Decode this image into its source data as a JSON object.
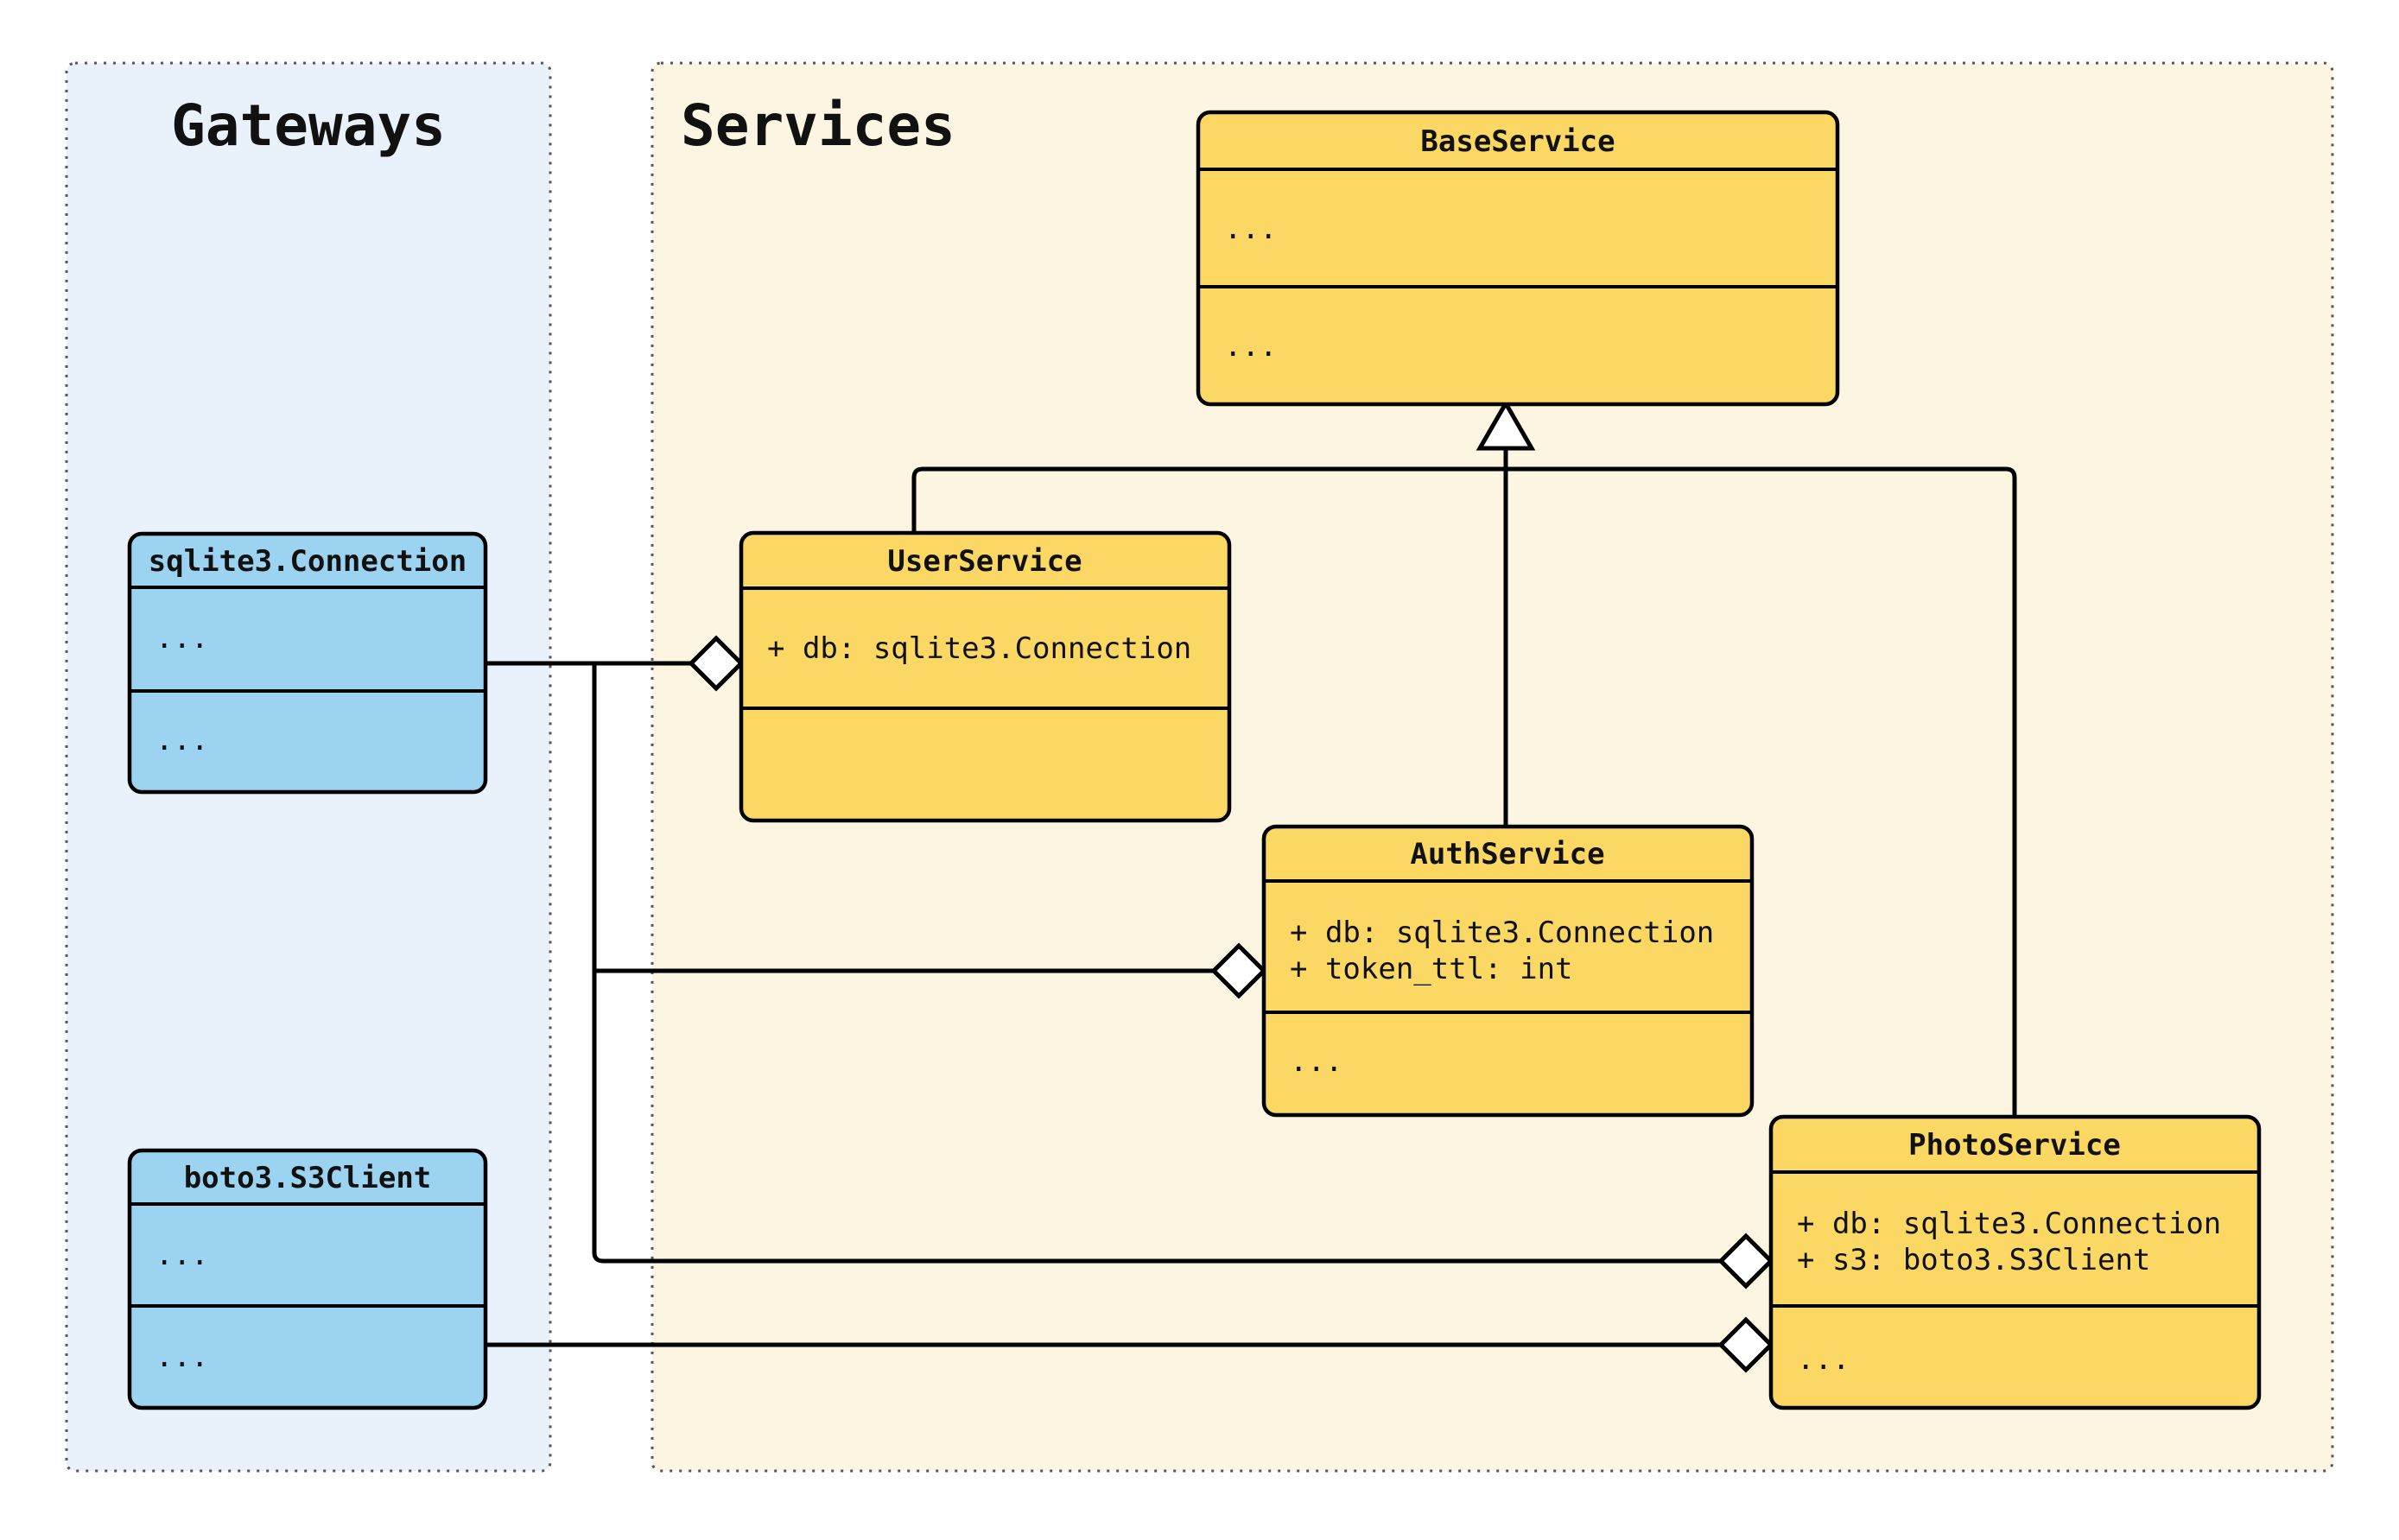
{
  "diagram": {
    "type": "uml-class-diagram",
    "panels": {
      "gateways": {
        "title": "Gateways"
      },
      "services": {
        "title": "Services"
      }
    },
    "classes": {
      "base_service": {
        "title": "BaseService",
        "attributes": [
          "..."
        ],
        "methods": [
          "..."
        ]
      },
      "user_service": {
        "title": "UserService",
        "attributes": [
          "+ db: sqlite3.Connection"
        ],
        "methods": []
      },
      "auth_service": {
        "title": "AuthService",
        "attributes": [
          "+ db: sqlite3.Connection",
          "+ token_ttl: int"
        ],
        "methods": [
          "..."
        ]
      },
      "photo_service": {
        "title": "PhotoService",
        "attributes": [
          "+ db: sqlite3.Connection",
          "+ s3: boto3.S3Client"
        ],
        "methods": [
          "..."
        ]
      },
      "sqlite_connection": {
        "title": "sqlite3.Connection",
        "attributes": [
          "..."
        ],
        "methods": [
          "..."
        ]
      },
      "boto3_s3client": {
        "title": "boto3.S3Client",
        "attributes": [
          "..."
        ],
        "methods": [
          "..."
        ]
      }
    },
    "relationships": [
      {
        "from": "UserService",
        "to": "BaseService",
        "type": "inheritance"
      },
      {
        "from": "AuthService",
        "to": "BaseService",
        "type": "inheritance"
      },
      {
        "from": "PhotoService",
        "to": "BaseService",
        "type": "inheritance"
      },
      {
        "from": "sqlite3.Connection",
        "to": "UserService",
        "type": "aggregation"
      },
      {
        "from": "sqlite3.Connection",
        "to": "AuthService",
        "type": "aggregation"
      },
      {
        "from": "sqlite3.Connection",
        "to": "PhotoService",
        "type": "aggregation"
      },
      {
        "from": "boto3.S3Client",
        "to": "PhotoService",
        "type": "aggregation"
      }
    ]
  },
  "colors": {
    "gateway_class_fill": "#9cd3f1",
    "service_class_fill": "#fbd763",
    "gateways_panel_fill": "#e9f1fb",
    "services_panel_fill": "#fcf5e2",
    "marker_fill": "#ffffff",
    "stroke": "#000000"
  }
}
